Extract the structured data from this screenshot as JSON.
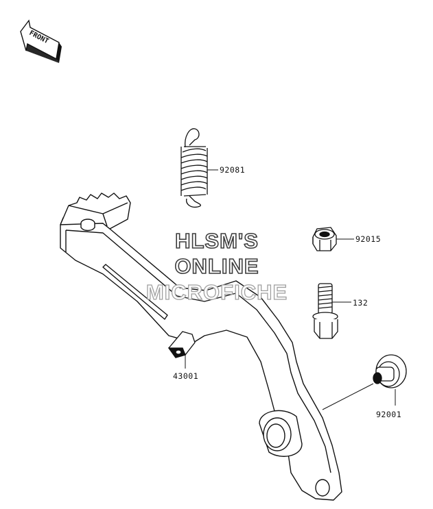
{
  "diagram": {
    "front_label": "FRONT",
    "parts": [
      {
        "id": "spring",
        "number": "92081"
      },
      {
        "id": "nut",
        "number": "92015"
      },
      {
        "id": "bolt",
        "number": "132"
      },
      {
        "id": "pedal-pad",
        "number": "43001"
      },
      {
        "id": "pin",
        "number": "92001"
      }
    ]
  },
  "watermark": {
    "line1": "HLSM'S",
    "line2": "ONLINE",
    "line3": "MICROFICHE"
  }
}
